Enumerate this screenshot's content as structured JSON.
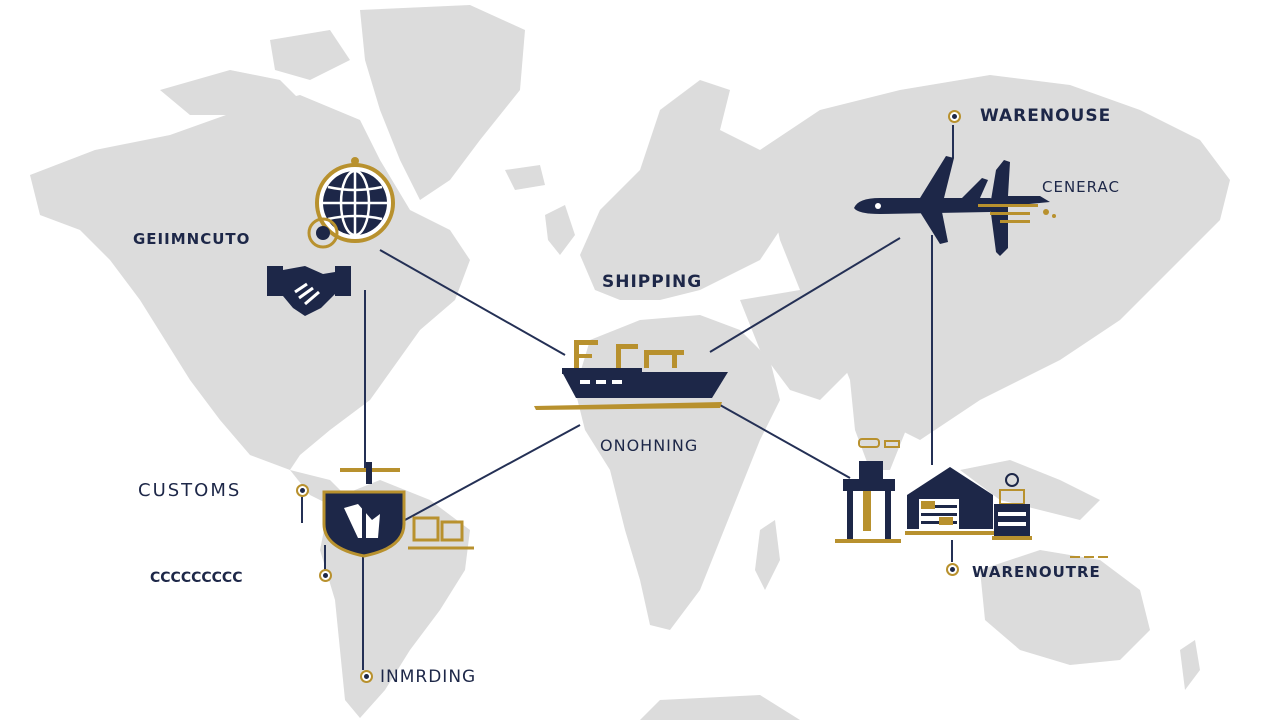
{
  "labels": {
    "warehouse_top": "WARENOUSE",
    "cenerac": "CENERAC",
    "shipping": "SHIPPING",
    "global_top": "GEIIMNCUTO",
    "onorning": "ONOHNING",
    "customs": "CUSTOMS",
    "chain": "CCCCCCCCC",
    "warenoutre": "WARENOUTRE",
    "inmrding": "INMRDING"
  },
  "colors": {
    "navy": "#1d2748",
    "gold": "#b8912e",
    "map": "#dcdcdc",
    "line": "#243055"
  },
  "icons": [
    "globe-icon",
    "handshake-icon",
    "cargo-ship-icon",
    "airplane-icon",
    "customs-shield-icon",
    "warehouse-icon",
    "port-crane-icon",
    "chain-icon"
  ]
}
